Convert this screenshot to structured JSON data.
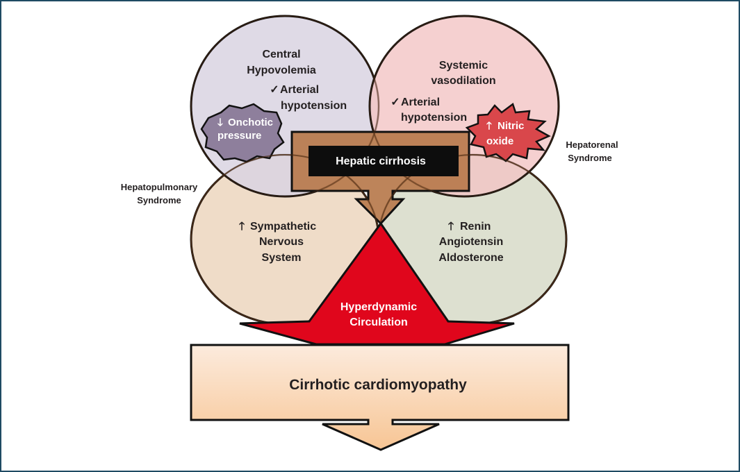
{
  "diagram": {
    "circles": {
      "top_left": {
        "title_lines": [
          "Central",
          "Hypovolemia"
        ],
        "check_icon": "check-icon",
        "sub_lines": [
          "Arterial",
          "hypotension"
        ],
        "fill": "#d9d3e2"
      },
      "top_right": {
        "title_lines": [
          "Systemic",
          "vasodilation"
        ],
        "check_icon": "check-icon",
        "sub_lines": [
          "Arterial",
          "hypotension"
        ],
        "fill": "#f3c4c4"
      },
      "bottom_left": {
        "arrow_icon": "arrow-up-icon",
        "lines": [
          "Sympathetic",
          "Nervous",
          "System"
        ],
        "fill": "#efdcc8"
      },
      "bottom_right": {
        "arrow_icon": "arrow-up-icon",
        "lines": [
          "Renin",
          "Angiotensin",
          "Aldosterone"
        ],
        "fill": "#dde0d0"
      }
    },
    "badges": {
      "onchotic": {
        "arrow_icon": "arrow-down-icon",
        "lines": [
          "Onchotic",
          "pressure"
        ],
        "fill": "#8e7f9c"
      },
      "nitric": {
        "arrow_icon": "arrow-up-icon",
        "lines": [
          "Nitric",
          "oxide"
        ],
        "fill": "#d9474b"
      }
    },
    "side_labels": {
      "left": [
        "Hepatopulmonary",
        "Syndrome"
      ],
      "right": [
        "Hepatorenal",
        "Syndrome"
      ]
    },
    "center": {
      "cirrhosis_label": "Hepatic cirrhosis",
      "hyperdynamic_lines": [
        "Hyperdynamic",
        "Circulation"
      ],
      "cardiomyopathy_label": "Cirrhotic cardiomyopathy"
    },
    "colors": {
      "frame": "#1f4a63",
      "brown": "#b77a4c",
      "red": "#e0061c",
      "peach_top": "#fbe8d9",
      "peach_bottom": "#f7c89e"
    }
  }
}
